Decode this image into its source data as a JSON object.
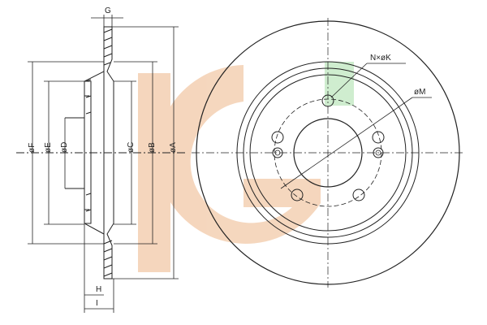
{
  "dimensions": {
    "G": "G",
    "F": "øF",
    "E": "øE",
    "D": "øD",
    "C": "øC",
    "B": "øB",
    "A": "øA",
    "H": "H",
    "I": "I",
    "holes": "N×øK",
    "M": "øM"
  },
  "colors": {
    "watermark_orange": "#f2c9a8",
    "watermark_green": "#bfe8c0",
    "line": "#222222"
  }
}
